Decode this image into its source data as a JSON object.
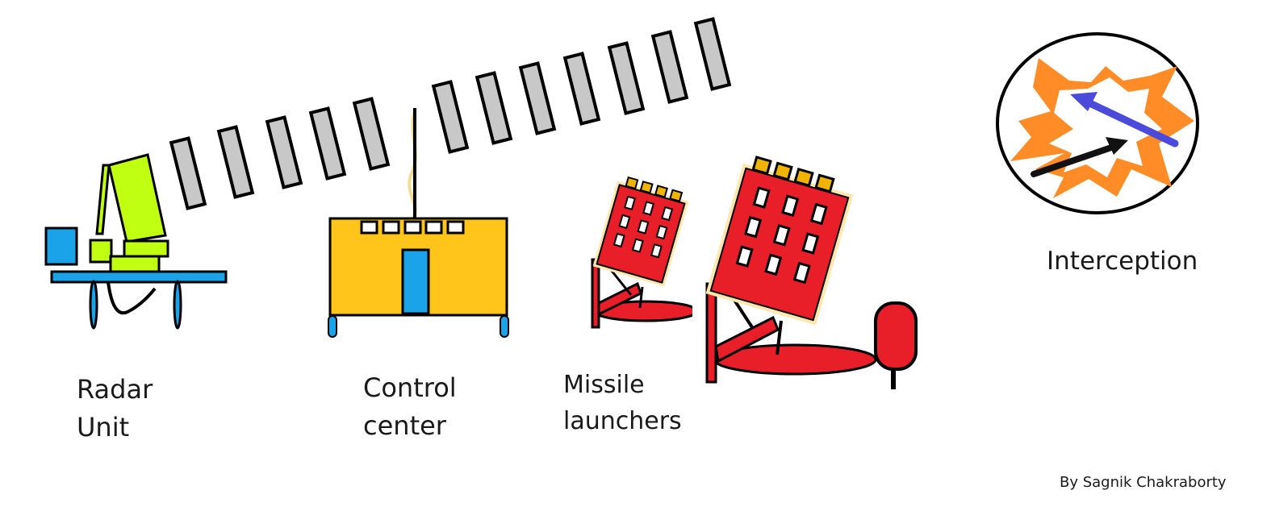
{
  "labels": {
    "radar_line1": "Radar",
    "radar_line2": "Unit",
    "control_line1": "Control",
    "control_line2": "center",
    "launchers_line1": "Missile",
    "launchers_line2": "launchers",
    "interception": "Interception",
    "credit": "By Sagnik Chakraborty"
  },
  "colors": {
    "radar_screen": "#c0ff12",
    "radar_blue": "#1aa3e8",
    "control_body": "#ffc51a",
    "launcher_red": "#e81f28",
    "launcher_glow": "#ffe8b0",
    "tube_cap": "#f0b400",
    "beam_segment": "#c8c8c8",
    "explosion": "#ff8c26",
    "intercept_arrow": "#4a4adb",
    "missile": "#111111"
  },
  "icons": [
    "radar-unit-icon",
    "control-center-icon",
    "missile-launcher-icon",
    "interception-icon",
    "radar-beam-icon"
  ]
}
